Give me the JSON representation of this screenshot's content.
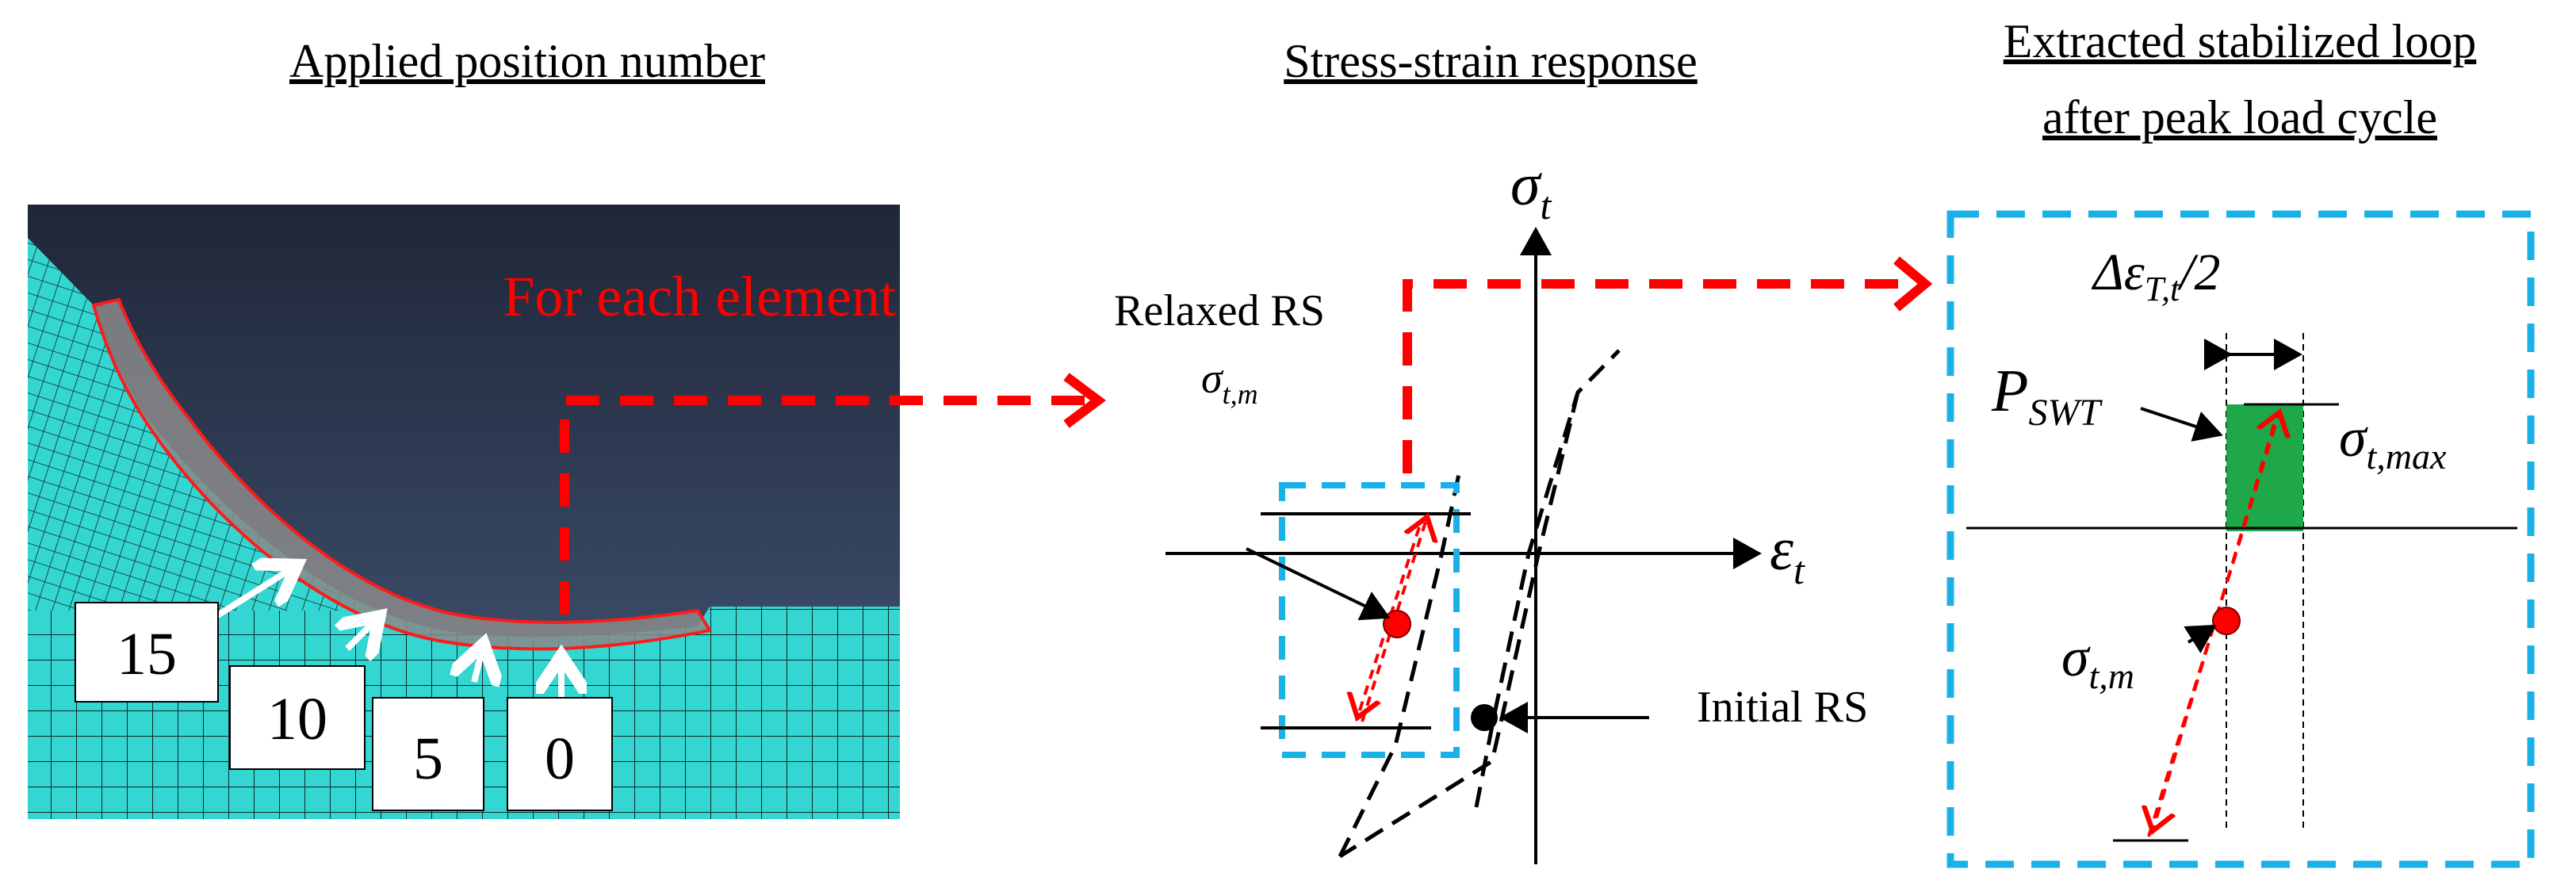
{
  "panels": {
    "left_title": "Applied position number",
    "middle_title": "Stress-strain response",
    "right_title_line1": "Extracted stabilized loop",
    "right_title_line2": "after peak load cycle"
  },
  "left": {
    "overlay_text": "For each element",
    "position_labels": [
      "15",
      "10",
      "5",
      "0"
    ]
  },
  "middle": {
    "axis_y_symbol": "σ",
    "axis_y_sub": "t",
    "axis_x_symbol": "ε",
    "axis_x_sub": "t",
    "relaxed_label": "Relaxed RS",
    "sigma_m_symbol": "σ",
    "sigma_m_sub": "t,m",
    "initial_label": "Initial RS"
  },
  "right": {
    "delta_eps_symbol": "Δε",
    "delta_eps_sub": "T,t",
    "delta_eps_tail": "/2",
    "pswt_symbol": "P",
    "pswt_sub": "SWT",
    "sigma_max_symbol": "σ",
    "sigma_max_sub": "t,max",
    "sigma_m_symbol": "σ",
    "sigma_m_sub": "t,m"
  },
  "colors": {
    "mesh_dark": "#2c3850",
    "mesh_cyan": "#33d6d1",
    "arrow_red": "#ff0000",
    "dashed_blue": "#1ab0e8",
    "green_area": "#1fa84a"
  }
}
